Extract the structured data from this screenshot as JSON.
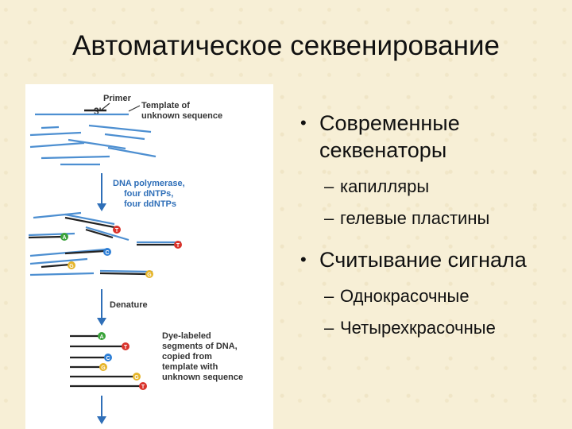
{
  "title": "Автоматическое секвенирование",
  "figure": {
    "primer_label": "Primer",
    "three_prime": "3'",
    "template_label_line1": "Template of",
    "template_label_line2": "unknown sequence",
    "polymerase_line1": "DNA polymerase,",
    "polymerase_line2": "four dNTPs,",
    "polymerase_line3": "four ddNTPs",
    "denature_label": "Denature",
    "segments_line1": "Dye-labeled",
    "segments_line2": "segments of DNA,",
    "segments_line3": "copied from",
    "segments_line4": "template with",
    "segments_line5": "unknown sequence",
    "nucleotides": {
      "A": "A",
      "T": "T",
      "C": "C",
      "G": "G"
    },
    "colors": {
      "A": "#3aa33a",
      "T": "#d9332b",
      "C": "#2e7fd6",
      "G": "#e6b52a",
      "strand": "#4d8fd1",
      "arrow": "#2f6fb8",
      "label": "#2f6fb8"
    }
  },
  "bullets": [
    {
      "text": "Современные секвенаторы",
      "sub": [
        "капилляры",
        "гелевые пластины"
      ]
    },
    {
      "text": "Считывание сигнала",
      "sub": [
        "Однокрасочные",
        "Четырехкрасочные"
      ]
    }
  ],
  "bullet_glyph": "•",
  "dash_glyph": "–"
}
